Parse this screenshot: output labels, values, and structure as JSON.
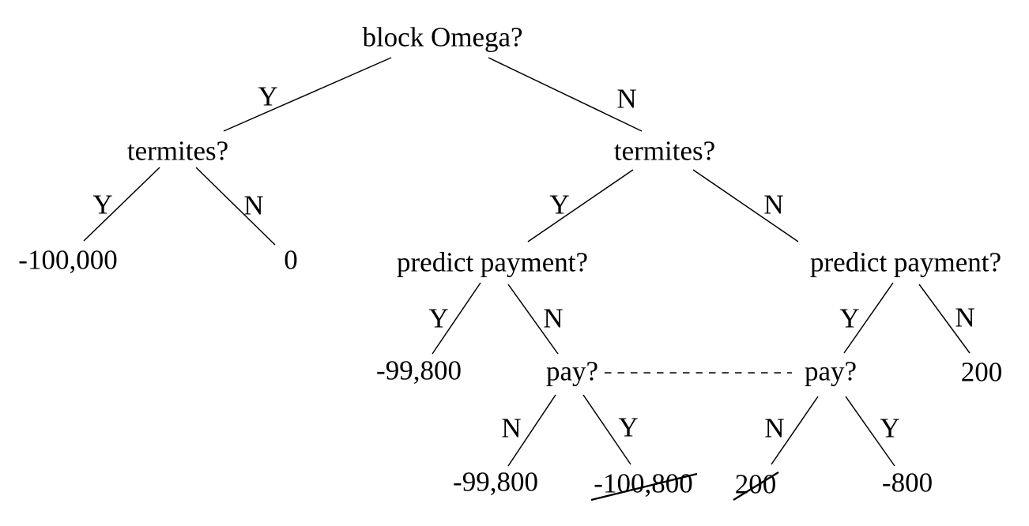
{
  "diagram": {
    "type": "decision-tree",
    "colors": {
      "background": "#ffffff",
      "ink": "#000000"
    },
    "branch_labels": {
      "yes": "Y",
      "no": "N"
    },
    "nodes": {
      "block_omega": {
        "label": "block Omega?",
        "kind": "decision"
      },
      "termites_blocked": {
        "label": "termites?",
        "kind": "decision"
      },
      "termites_unblocked": {
        "label": "termites?",
        "kind": "decision"
      },
      "outcome_blocked_termites": {
        "label": "-100,000",
        "kind": "outcome",
        "struck": false
      },
      "outcome_blocked_no_termites": {
        "label": "0",
        "kind": "outcome",
        "struck": false
      },
      "predict_payment_termites": {
        "label": "predict payment?",
        "kind": "decision"
      },
      "predict_payment_no_termites": {
        "label": "predict payment?",
        "kind": "decision"
      },
      "outcome_predicted_termites": {
        "label": "-99,800",
        "kind": "outcome",
        "struck": false
      },
      "pay_termites": {
        "label": "pay?",
        "kind": "decision"
      },
      "pay_no_termites": {
        "label": "pay?",
        "kind": "decision"
      },
      "outcome_unpredicted_no_termites": {
        "label": "200",
        "kind": "outcome",
        "struck": false
      },
      "outcome_no_pay_termites": {
        "label": "-99,800",
        "kind": "outcome",
        "struck": false
      },
      "outcome_pay_termites": {
        "label": "-100,800",
        "kind": "outcome",
        "struck": true
      },
      "outcome_no_pay_no_termites": {
        "label": "200",
        "kind": "outcome",
        "struck": true
      },
      "outcome_pay_no_termites": {
        "label": "-800",
        "kind": "outcome",
        "struck": false
      }
    },
    "links": {
      "pay_nodes_dashed_connector": "between the two pay? nodes"
    }
  }
}
